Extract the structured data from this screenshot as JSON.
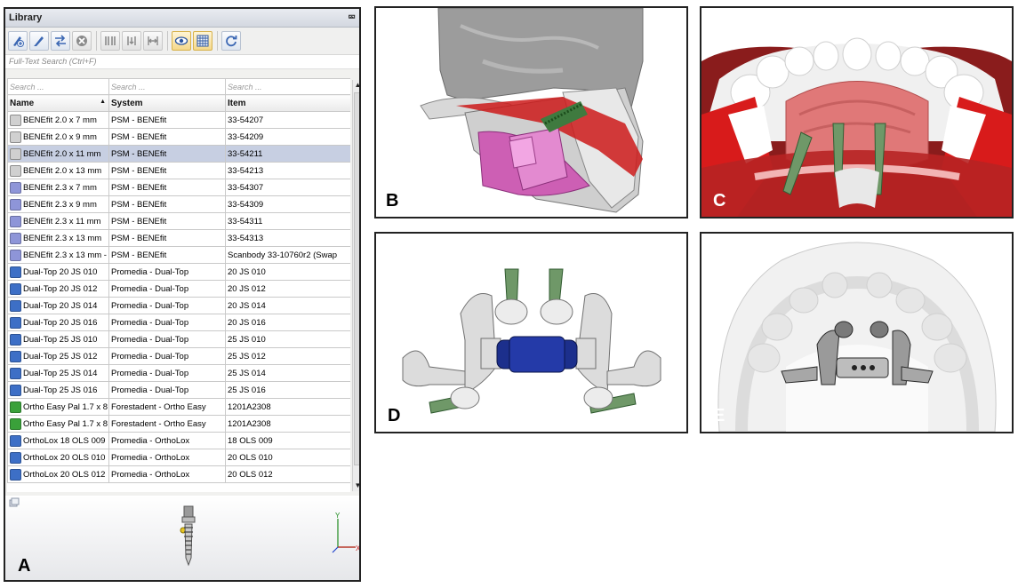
{
  "library": {
    "title": "Library",
    "search_label": "Full-Text Search (Ctrl+F)",
    "search_placeholder": "Search ...",
    "columns": [
      "Name",
      "System",
      "Item"
    ],
    "rows": [
      {
        "name": "BENEfit 2.0 x  7 mm",
        "system": "PSM - BENEfit",
        "item": "33-54207",
        "color": "#d0d0d0"
      },
      {
        "name": "BENEfit 2.0 x  9 mm",
        "system": "PSM - BENEfit",
        "item": "33-54209",
        "color": "#d0d0d0"
      },
      {
        "name": "BENEfit 2.0 x 11 mm",
        "system": "PSM - BENEfit",
        "item": "33-54211",
        "color": "#d0d0d0"
      },
      {
        "name": "BENEfit 2.0 x 13 mm",
        "system": "PSM - BENEfit",
        "item": "33-54213",
        "color": "#d0d0d0"
      },
      {
        "name": "BENEfit 2.3 x  7 mm",
        "system": "PSM - BENEfit",
        "item": "33-54307",
        "color": "#8e95d8"
      },
      {
        "name": "BENEfit 2.3 x  9 mm",
        "system": "PSM - BENEfit",
        "item": "33-54309",
        "color": "#8e95d8"
      },
      {
        "name": "BENEfit 2.3 x 11 mm",
        "system": "PSM - BENEfit",
        "item": "33-54311",
        "color": "#8e95d8"
      },
      {
        "name": "BENEfit 2.3 x 13 mm",
        "system": "PSM - BENEfit",
        "item": "33-54313",
        "color": "#8e95d8"
      },
      {
        "name": "BENEfit 2.3 x 13 mm - (",
        "system": "PSM - BENEfit",
        "item": "Scanbody 33-10760r2 (Swap",
        "color": "#8e95d8"
      },
      {
        "name": "Dual-Top 20 JS 010",
        "system": "Promedia - Dual-Top",
        "item": "20 JS 010",
        "color": "#3d6fc6"
      },
      {
        "name": "Dual-Top 20 JS 012",
        "system": "Promedia - Dual-Top",
        "item": "20 JS 012",
        "color": "#3d6fc6"
      },
      {
        "name": "Dual-Top 20 JS 014",
        "system": "Promedia - Dual-Top",
        "item": "20 JS 014",
        "color": "#3d6fc6"
      },
      {
        "name": "Dual-Top 20 JS 016",
        "system": "Promedia - Dual-Top",
        "item": "20 JS 016",
        "color": "#3d6fc6"
      },
      {
        "name": "Dual-Top 25 JS 010",
        "system": "Promedia - Dual-Top",
        "item": "25 JS 010",
        "color": "#3d6fc6"
      },
      {
        "name": "Dual-Top 25 JS 012",
        "system": "Promedia - Dual-Top",
        "item": "25 JS 012",
        "color": "#3d6fc6"
      },
      {
        "name": "Dual-Top 25 JS 014",
        "system": "Promedia - Dual-Top",
        "item": "25 JS 014",
        "color": "#3d6fc6"
      },
      {
        "name": "Dual-Top 25 JS 016",
        "system": "Promedia - Dual-Top",
        "item": "25 JS 016",
        "color": "#3d6fc6"
      },
      {
        "name": "Ortho Easy Pal 1.7 x 8",
        "system": "Forestadent - Ortho Easy",
        "item": "1201A2308",
        "color": "#3aa13a"
      },
      {
        "name": "Ortho Easy Pal 1.7 x 8",
        "system": "Forestadent - Ortho Easy",
        "item": "1201A2308",
        "color": "#3aa13a"
      },
      {
        "name": "OrthoLox 18 OLS 009",
        "system": "Promedia - OrthoLox",
        "item": "18 OLS 009",
        "color": "#3d6fc6"
      },
      {
        "name": "OrthoLox 20 OLS 010",
        "system": "Promedia - OrthoLox",
        "item": "20 OLS 010",
        "color": "#3d6fc6"
      },
      {
        "name": "OrthoLox 20 OLS 012",
        "system": "Promedia - OrthoLox",
        "item": "20 OLS 012",
        "color": "#3d6fc6"
      }
    ],
    "selected_row": 2,
    "axis_x": "X",
    "axis_y": "Y",
    "toolbar_icons": [
      "add-implant-icon",
      "edit-icon",
      "swap-icon",
      "delete-icon",
      "columns-icon",
      "align-icon",
      "spacing-icon",
      "visibility-eye-icon",
      "grid-icon",
      "refresh-icon"
    ]
  },
  "panels": {
    "a": "A",
    "b": "B",
    "c": "C",
    "d": "D",
    "e": "E"
  }
}
